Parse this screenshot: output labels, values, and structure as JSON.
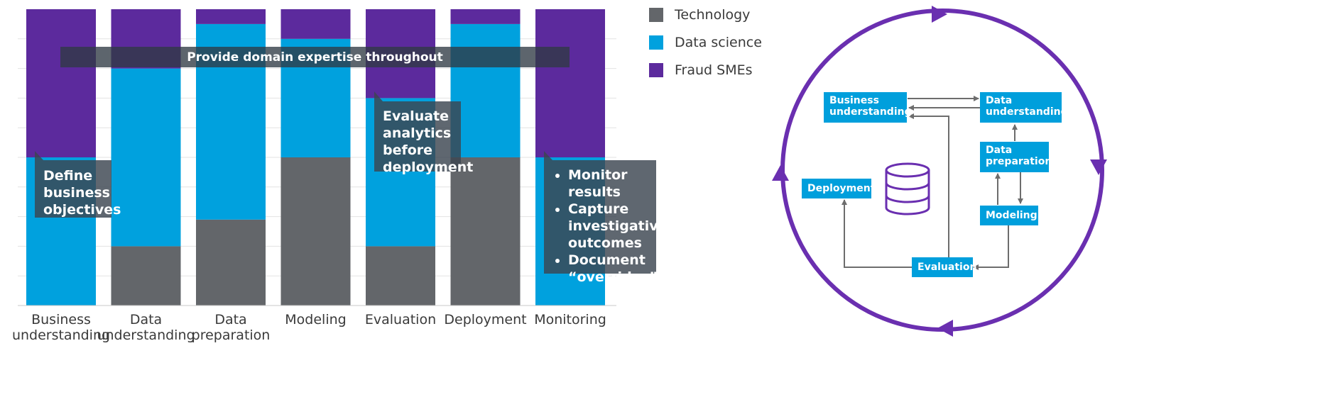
{
  "chart_data": {
    "type": "bar",
    "stacked": true,
    "categories": [
      "Business understanding",
      "Data understanding",
      "Data preparation",
      "Modeling",
      "Evaluation",
      "Deployment",
      "Monitoring"
    ],
    "category_lines": [
      [
        "Business",
        "understanding"
      ],
      [
        "Data",
        "understanding"
      ],
      [
        "Data",
        "preparation"
      ],
      [
        "Modeling"
      ],
      [
        "Evaluation"
      ],
      [
        "Deployment"
      ],
      [
        "Monitoring"
      ]
    ],
    "series": [
      {
        "name": "Technology",
        "color": "#63666a",
        "values": [
          0,
          20,
          29,
          50,
          20,
          50,
          0
        ]
      },
      {
        "name": "Data science",
        "color": "#00a1de",
        "values": [
          50,
          60,
          66,
          40,
          50,
          45,
          50
        ]
      },
      {
        "name": "Fraud SMEs",
        "color": "#5c2a9d",
        "values": [
          50,
          20,
          5,
          10,
          30,
          5,
          50
        ]
      }
    ],
    "ylim": [
      0,
      100
    ],
    "grid": true,
    "legend_position": "top-right",
    "annotations": {
      "banner": "Provide domain expertise throughout",
      "define": "Define business objectives",
      "evaluate": "Evaluate analytics before deployment",
      "monitor_items": [
        "Monitor results",
        "Capture investigative outcomes",
        "Document “overrides”"
      ]
    }
  },
  "cycle": {
    "boxes": {
      "business": "Business understanding",
      "data_understanding": "Data understanding",
      "data_preparation": "Data preparation",
      "modeling": "Modeling",
      "evaluation": "Evaluation",
      "deployment": "Deployment"
    },
    "colors": {
      "ring": "#6a2fb0",
      "box": "#009fdc",
      "arrow": "#6d6d6d"
    },
    "center_icon": "database-icon"
  }
}
